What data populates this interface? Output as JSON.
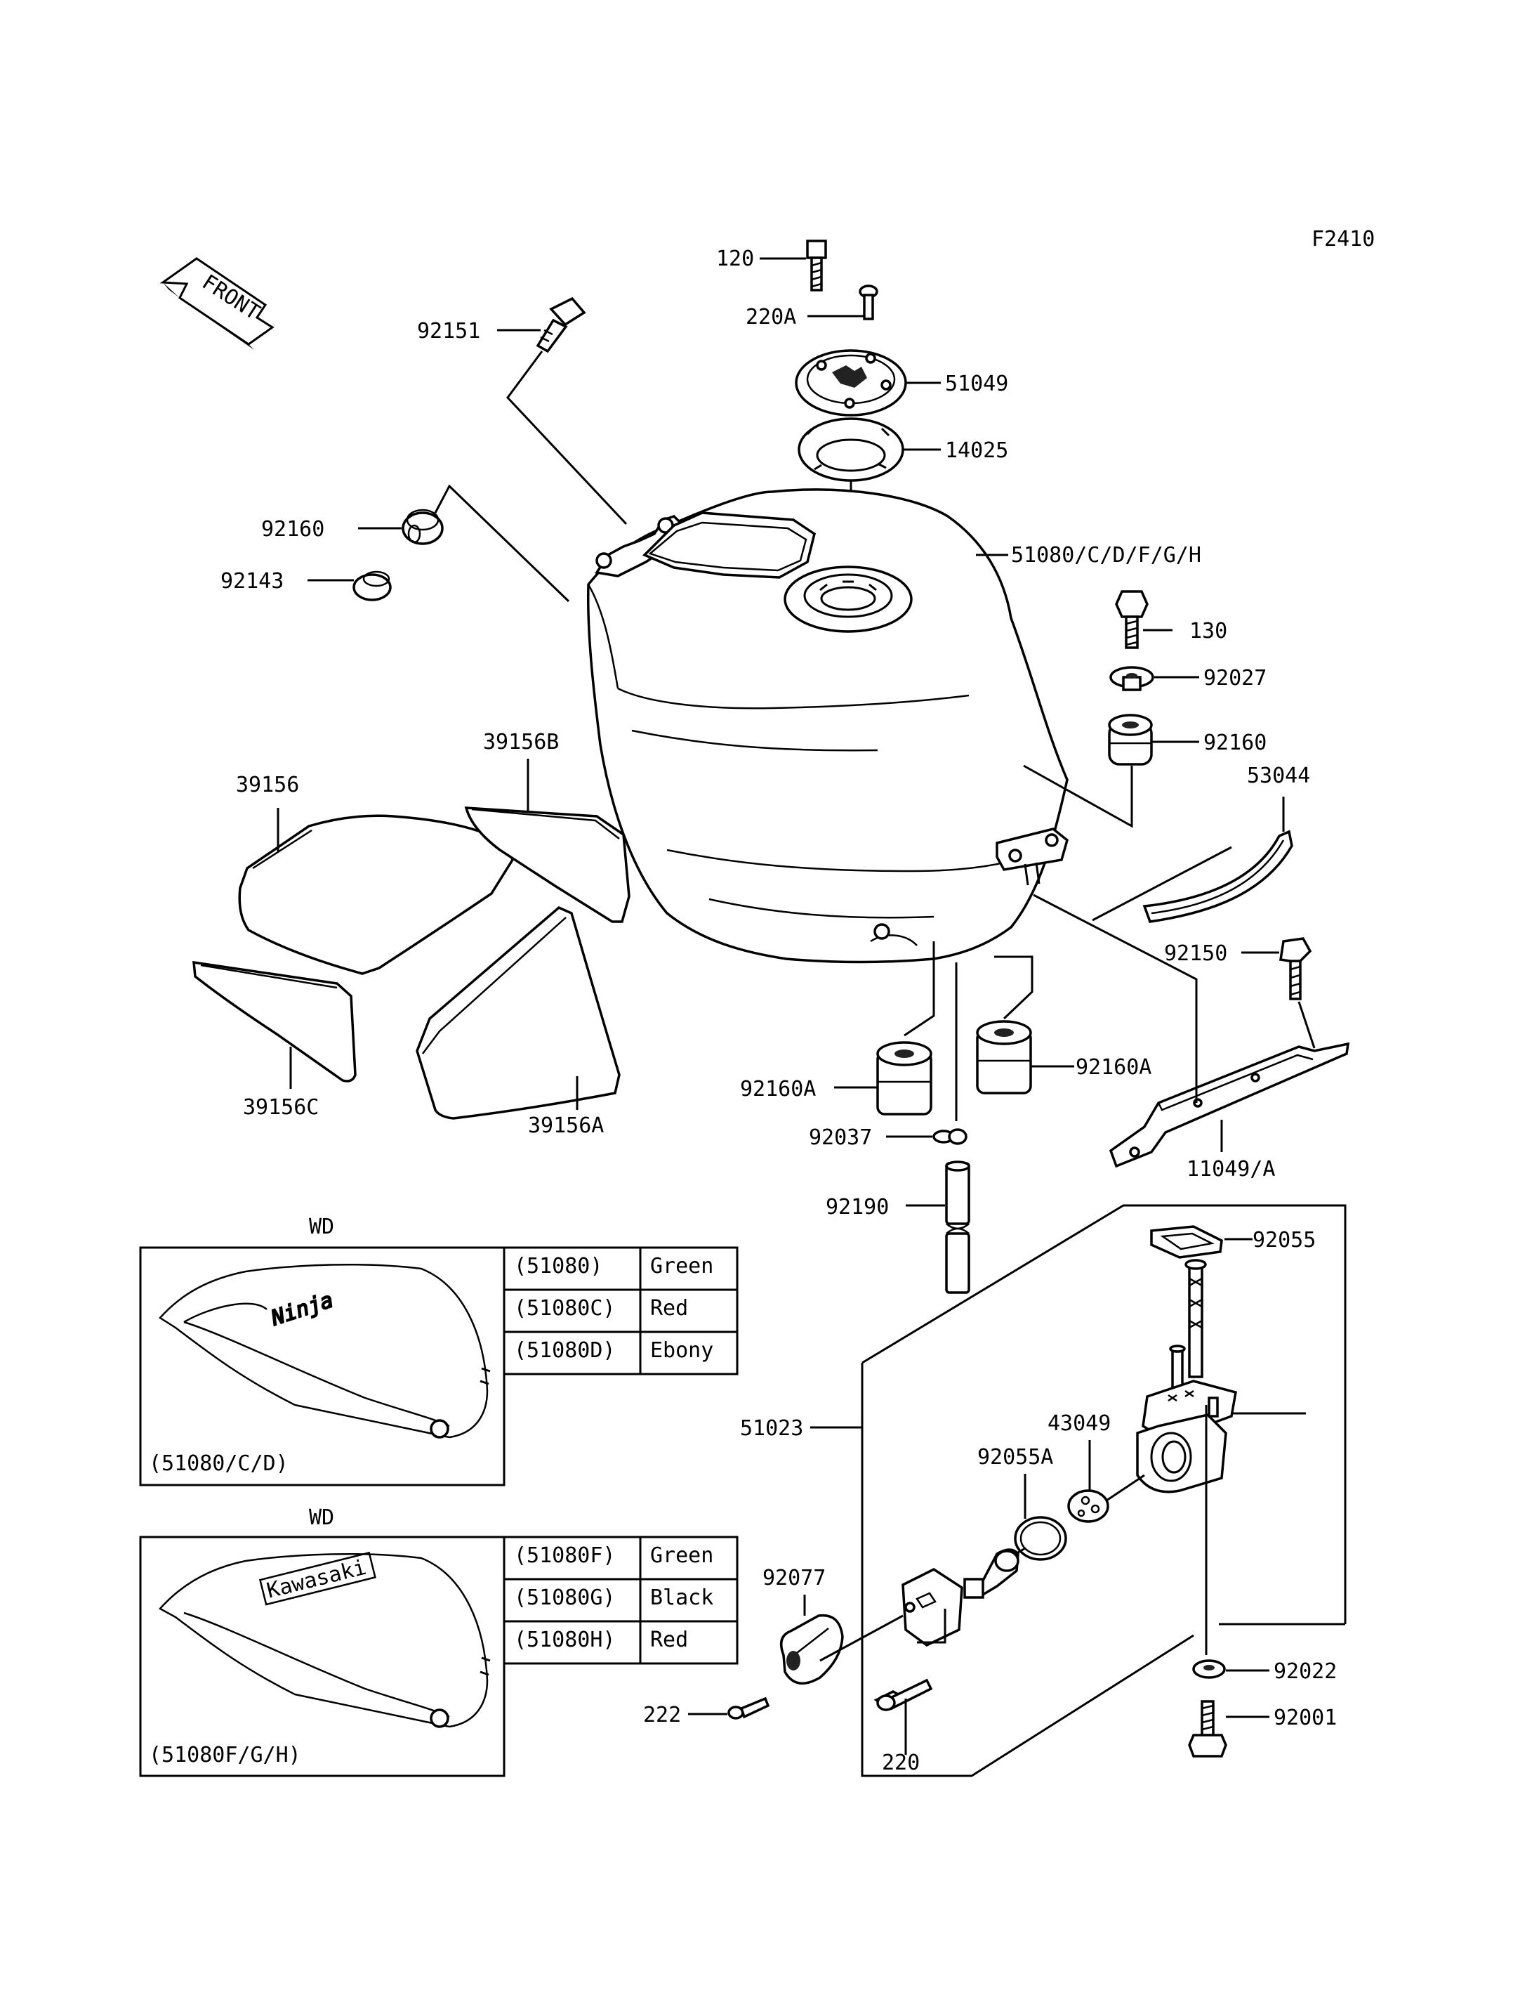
{
  "fig_code": "F2410",
  "front_label": "FRONT",
  "parts": {
    "p120": "120",
    "p220A": "220A",
    "p92151": "92151",
    "p51049": "51049",
    "p14025": "14025",
    "p92160": "92160",
    "p92143": "92143",
    "p51080": "51080/C/D/F/G/H",
    "p130": "130",
    "p92027": "92027",
    "p92160b": "92160",
    "p53044": "53044",
    "p39156B": "39156B",
    "p39156": "39156",
    "p92150": "92150",
    "p39156C": "39156C",
    "p39156A": "39156A",
    "p92160A_l": "92160A",
    "p92160A_r": "92160A",
    "p92037": "92037",
    "p11049": "11049/A",
    "p92190": "92190",
    "p92055": "92055",
    "p43049": "43049",
    "p51023": "51023",
    "p92055A": "92055A",
    "p92077": "92077",
    "p222": "222",
    "p220": "220",
    "p92022": "92022",
    "p92001": "92001"
  },
  "variants": [
    {
      "header": "WD",
      "logo": "Ninja",
      "caption": "(51080/C/D)",
      "rows": [
        {
          "code": "(51080)",
          "color": "Green"
        },
        {
          "code": "(51080C)",
          "color": "Red"
        },
        {
          "code": "(51080D)",
          "color": "Ebony"
        }
      ]
    },
    {
      "header": "WD",
      "logo": "Kawasaki",
      "caption": "(51080F/G/H)",
      "rows": [
        {
          "code": "(51080F)",
          "color": "Green"
        },
        {
          "code": "(51080G)",
          "color": "Black"
        },
        {
          "code": "(51080H)",
          "color": "Red"
        }
      ]
    }
  ]
}
